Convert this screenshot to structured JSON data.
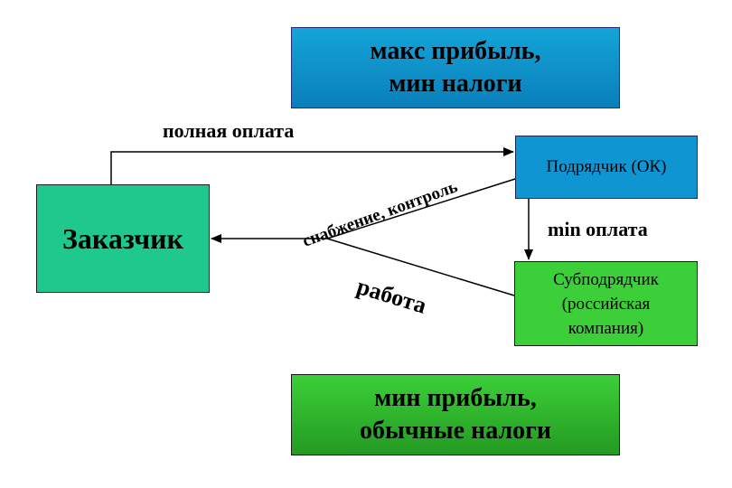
{
  "top_box": {
    "line1": "макс прибыль,",
    "line2": "мин налоги",
    "color": "#0a8fc8"
  },
  "bottom_box": {
    "line1": "мин прибыль,",
    "line2": "обычные налоги",
    "color": "#2db52a"
  },
  "customer": {
    "label": "Заказчик",
    "color": "#1fc98e"
  },
  "contractor": {
    "label": "Подрядчик (ОК)",
    "color": "#0f96d2"
  },
  "subcontractor": {
    "line1": "Субподрядчик",
    "line2": "(российская",
    "line3": "компания)",
    "color": "#3dcf3a"
  },
  "edges": {
    "full_payment": "полная оплата",
    "min_payment": "min оплата",
    "supply_control": "снабжение, контроль",
    "work": "работа"
  }
}
